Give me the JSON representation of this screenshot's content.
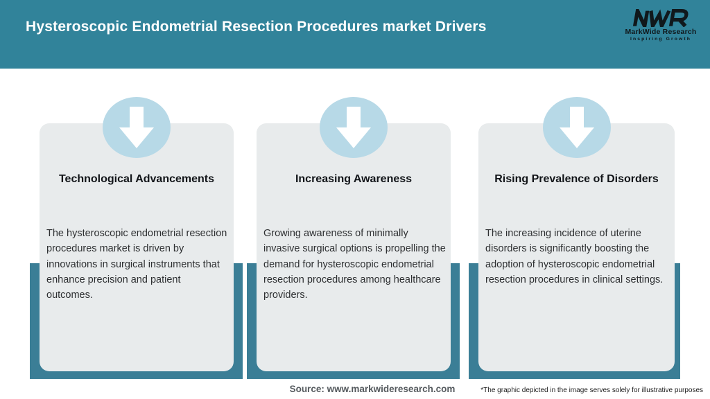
{
  "header": {
    "title": "Hysteroscopic Endometrial Resection Procedures market Drivers",
    "logo": {
      "acronym": "MWR",
      "name": "MarkWide Research",
      "tagline": "Inspiring Growth"
    }
  },
  "cards": [
    {
      "icon": "down-arrow-icon",
      "title": "Technological Advancements",
      "body": "The hysteroscopic endometrial resection procedures market is driven by innovations in surgical instruments that enhance precision and patient outcomes."
    },
    {
      "icon": "down-arrow-icon",
      "title": "Increasing Awareness",
      "body": "Growing awareness of minimally invasive surgical options is propelling the demand for hysteroscopic endometrial resection procedures among healthcare providers."
    },
    {
      "icon": "down-arrow-icon",
      "title": "Rising Prevalence of Disorders",
      "body": "The increasing incidence of uterine disorders is significantly boosting the adoption of hysteroscopic endometrial resection procedures in clinical settings."
    }
  ],
  "footer": {
    "source": "Source: www.markwideresearch.com",
    "disclaimer": "*The graphic depicted in the image serves solely for illustrative purposes"
  },
  "colors": {
    "header_teal": "#31839A",
    "frame_teal": "#3B7E96",
    "card_gray": "#E8EBEC",
    "circle_blue": "#B7D9E7",
    "title_text": "#111418",
    "body_text": "#2D2F31"
  }
}
